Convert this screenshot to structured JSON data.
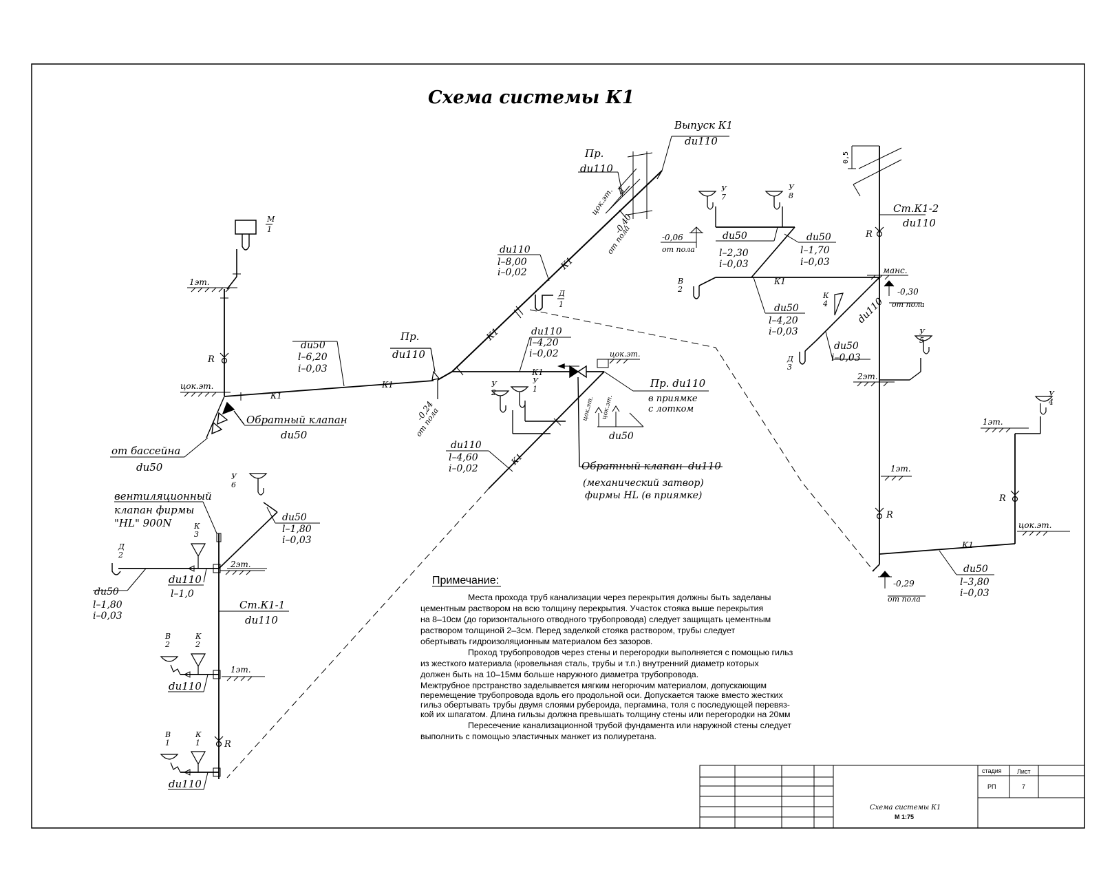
{
  "drawing": {
    "title": "Схема системы К1",
    "labels": {
      "vypusk": "Выпуск К1",
      "du110": "du110",
      "du50": "du50",
      "pr": "Пр.",
      "tsok": "цок.эт.",
      "m040": "-0,40",
      "ot_pola": "от пола",
      "m006": "-0,06",
      "m024": "-0,24",
      "m030": "-0,30",
      "m029": "-0,29",
      "etazh1": "1эт.",
      "etazh2": "2эт.",
      "mans": "манс.",
      "R": "R",
      "K1": "К1",
      "st_k1_1": "Ст.К1-1",
      "st_k1_2": "Ст.К1-2",
      "l800": "l–8,00",
      "i002": "i–0,02",
      "l620": "l–6,20",
      "i003": "i–0,03",
      "l420": "l–4,20",
      "l460": "l–4,60",
      "l230": "l–2,30",
      "l170": "l–1,70",
      "l180": "l–1,80",
      "l10": "l–1,0",
      "l380": "l–3,80",
      "obr_klapan": "Обратный клапан",
      "ot_basseyna": "от бассейна",
      "pr_du110": "Пр. du110",
      "v_priyamke": "в приямке",
      "s_lotkom": "с лотком",
      "mech_zatvor": "(механический затвор)",
      "firmy_hl": "фирмы HL (в приямке)",
      "vent_klapan_1": "вентиляционный",
      "vent_klapan_2": "клапан фирмы",
      "vent_klapan_3": "\"HL\" 900N",
      "dim_05": "0,5",
      "m_num": "М",
      "v_num": "У",
      "d_num": "Д",
      "k_num": "К",
      "b_num": "В",
      "n1": "1",
      "n2": "2",
      "n3": "3",
      "n4": "4",
      "n5": "5",
      "n6": "6",
      "n7": "7",
      "n8": "8"
    }
  },
  "notes": {
    "heading": "Примечание:",
    "lines": [
      "Места прохода труб канализации через перекрытия должны быть заделаны",
      "цементным раствором на всю толщину перекрытия. Участок стояка выше перекрытия",
      "на 8–10см (до горизонтального отводного трубопровода) следует защищать цементным",
      "раствором толщиной 2–3см. Перед заделкой стояка раствором, трубы следует",
      "обертывать гидроизоляционным материалом без зазоров.",
      "Проход трубопроводов через стены и перегородки выполняется с помощью гильз",
      "из жесткого материала (кровельная сталь, трубы и т.п.) внутренний диаметр которых",
      "должен быть на 10–15мм больше наружного диаметра трубопровода.",
      "Межтрубное прстранство заделывается мягким негорючим материалом, допускающим",
      "перемещение трубопровода вдоль его продольной оси. Допускается также вместо жестких",
      "гильз обертывать трубы двумя слоями рубероида, пергамина, толя с последующей перевяз-",
      "кой их шпагатом. Длина гильзы должна превышать толщину стены или перегородки на 20мм",
      "Пересечение канализационной трубой фундамента или наружной стены следует",
      "выполнить с помощью эластичных манжет из полиуретана."
    ]
  },
  "title_block": {
    "stage_label": "стадия",
    "sheet_label": "Лист",
    "stage_value": "РП",
    "sheet_value": "7",
    "drawing_name": "Схема системы К1",
    "scale": "М 1:75"
  }
}
